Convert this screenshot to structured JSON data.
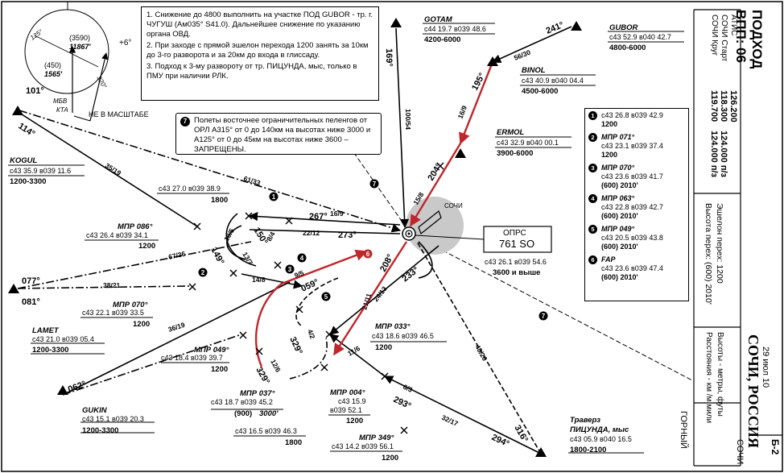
{
  "notes": [
    "1. Снижение до 4800 выполнить на участке ПОД GUBOR - тр. г. ЧУГУШ (Ам035° S41.0). Дальнейшее снижение по указанию органа ОВД.",
    "2. При заходе с прямой эшелон перехода 1200 занять за 10км до 3-го разворота и за 20км до входа в глиссаду.",
    "3. Подход к 3-му развороту от тр. ПИЦУНДА, мыс, только в ПМУ при наличии РЛК."
  ],
  "note7": {
    "num": "7",
    "text": "Полеты восточнее ограничительных пеленгов от ОРЛ А315° от 0 до 140км на высотах ниже 3000 и А125° от 0 до 45км на высотах ниже 3600 – ЗАПРЕЩЕНЫ."
  },
  "msa": {
    "r1": "125°",
    "r2": "320°",
    "top": "(3590)",
    "top_val": "11867'",
    "bot": "(450)",
    "bot_val": "1565'",
    "var": "+6°",
    "mbv": "МБВ",
    "kta": "КТА",
    "scale": "НЕ В МАСШТАБЕ"
  },
  "header": {
    "title": "ПОДХОД",
    "runway": "ВПП: 06",
    "date": "29 июл 10",
    "city": "СОЧИ, РОССИЯ",
    "chart_id": "Б-2",
    "city_small": "СОЧИ"
  },
  "freq": {
    "atis": "АТИС",
    "atis_f": "126.200",
    "start": "СОЧИ Старт",
    "start_f": "118.300",
    "start_f2": "124.000 п/з",
    "krug": "СОЧИ Круг",
    "krug_f": "119.700",
    "krug_f2": "124.000 п/з"
  },
  "transition": {
    "lvl": "Эшелон перех: 1200",
    "alt": "Высота перех: (600) 2010'"
  },
  "units": {
    "alt": "Высоты - метры, футы",
    "dist": "Расстояния - км /м.мили"
  },
  "terrain": "ГОРНЫЙ",
  "vor": {
    "name": "ОПРС",
    "ident": "761 SO",
    "coord": "с43 26.1 в039 54.6",
    "alt": "3600 и выше",
    "sochi": "СОЧИ"
  },
  "fixes": {
    "gotam": {
      "name": "GOTAM",
      "coord": "с44 19.7 в039 48.6",
      "alt": "4200-6000"
    },
    "gubor": {
      "name": "GUBOR",
      "coord": "с43 52.9 в040 42.7",
      "alt": "4800-6000"
    },
    "binol": {
      "name": "BINOL",
      "coord": "с43 40.9 в040 04.4",
      "alt": "4500-6000"
    },
    "ermol": {
      "name": "ERMOL",
      "coord": "с43 32.9 в040 00.1",
      "alt": "3900-6000"
    },
    "kogul": {
      "name": "KOGUL",
      "coord": "с43 35.9 в039 11.6",
      "alt": "1200-3300"
    },
    "lamet": {
      "name": "LAMET",
      "coord": "с43 21.0 в039 05.4",
      "alt": "1200-3300"
    },
    "gukin": {
      "name": "GUKIN",
      "coord": "с43 15.1 в039 20.3",
      "alt": "1200-3300"
    },
    "pitsunda": {
      "name1": "Траверз",
      "name2": "ПИЦУНДА, мыс",
      "coord": "с43 05.9 в040 16.5",
      "alt": "1800-2100"
    },
    "mpr086": {
      "name": "МПР 086°",
      "coord": "с43 26.4 в039 34.1",
      "alt": "1200"
    },
    "mpr070w": {
      "name": "МПР 070°",
      "coord": "с43 22.1 в039 33.5",
      "alt": "1200"
    },
    "mpr049w": {
      "name": "МПР 049°",
      "coord": "с43 18.4 в039 39.7",
      "alt": "1200"
    },
    "mpr037": {
      "name": "МПР 037°",
      "coord": "с43 18.7 в039 45.2",
      "alt": "(900)",
      "alt_ft": "3000'"
    },
    "mpr033": {
      "name": "МПР 033°",
      "coord": "с43 18.6 в039 46.5",
      "alt": "1200"
    },
    "mpr004": {
      "name": "МПР 004°",
      "coord": "с43 15.9",
      "coord2": "в039 52.1",
      "alt": "1200"
    },
    "mpr349": {
      "name": "МПР 349°",
      "coord": "с43 14.2 в039 56.1",
      "alt": "1200"
    },
    "fix_a": {
      "coord": "с43 27.0 в039 38.9",
      "alt": "1800"
    },
    "fix_b": {
      "coord": "с43 16.5 в039 46.3",
      "alt": "1800"
    }
  },
  "wp_list": [
    {
      "num": "1",
      "name": "",
      "coord": "с43 26.8 в039 42.9",
      "alt": "1200",
      "alt_ft": ""
    },
    {
      "num": "2",
      "name": "МПР 071°",
      "coord": "с43 23.1 в039 37.4",
      "alt": "1200",
      "alt_ft": ""
    },
    {
      "num": "3",
      "name": "МПР 070°",
      "coord": "с43 23.6 в039 41.7",
      "alt": "(600)",
      "alt_ft": "2010'"
    },
    {
      "num": "4",
      "name": "МПР 063°",
      "coord": "с43 22.8 в039 42.7",
      "alt": "(600)",
      "alt_ft": "2010'"
    },
    {
      "num": "5",
      "name": "МПР 049°",
      "coord": "с43 20.5 в039 43.8",
      "alt": "(600)",
      "alt_ft": "2010'"
    },
    {
      "num": "6",
      "name": "FAP",
      "coord": "с43 23.6 в039 47.4",
      "alt": "(600)",
      "alt_ft": "2010'"
    }
  ],
  "courses": {
    "c169": "169°",
    "c241": "241°",
    "c195": "195°",
    "c204": "204°",
    "c101": "101°",
    "c114": "114°",
    "c077": "077°",
    "c081": "081°",
    "c062": "062°",
    "c294": "294°",
    "c316": "316°",
    "c293": "293°",
    "c267": "267°",
    "c273": "273°",
    "c150": "150°",
    "c149": "149°",
    "c208": "208°",
    "c233": "233°",
    "c059": "059°",
    "c329a": "329°",
    "c329b": "329°",
    "d100_54": "100/54",
    "d56_30": "56/30",
    "d16_9a": "16/9",
    "d15_8": "15/8",
    "d35_19a": "35/19",
    "d61_33": "61/33",
    "d16_9b": "16/9",
    "d22_12": "22/12",
    "d10_5": "10/5",
    "d8_4": "8/4",
    "d13_7": "13/7",
    "d14_8": "14/8",
    "d9_5": "9/5",
    "d67_36": "67/36",
    "d38_21": "38/21",
    "d36_19": "36/19",
    "d21_11": "21/11",
    "d24_13": "24/13",
    "d11_6": "11/6",
    "d4_2": "4/2",
    "d12_6": "12/6",
    "d6_3": "6/3",
    "d32_17": "32/17",
    "d48_26": "48/26"
  }
}
